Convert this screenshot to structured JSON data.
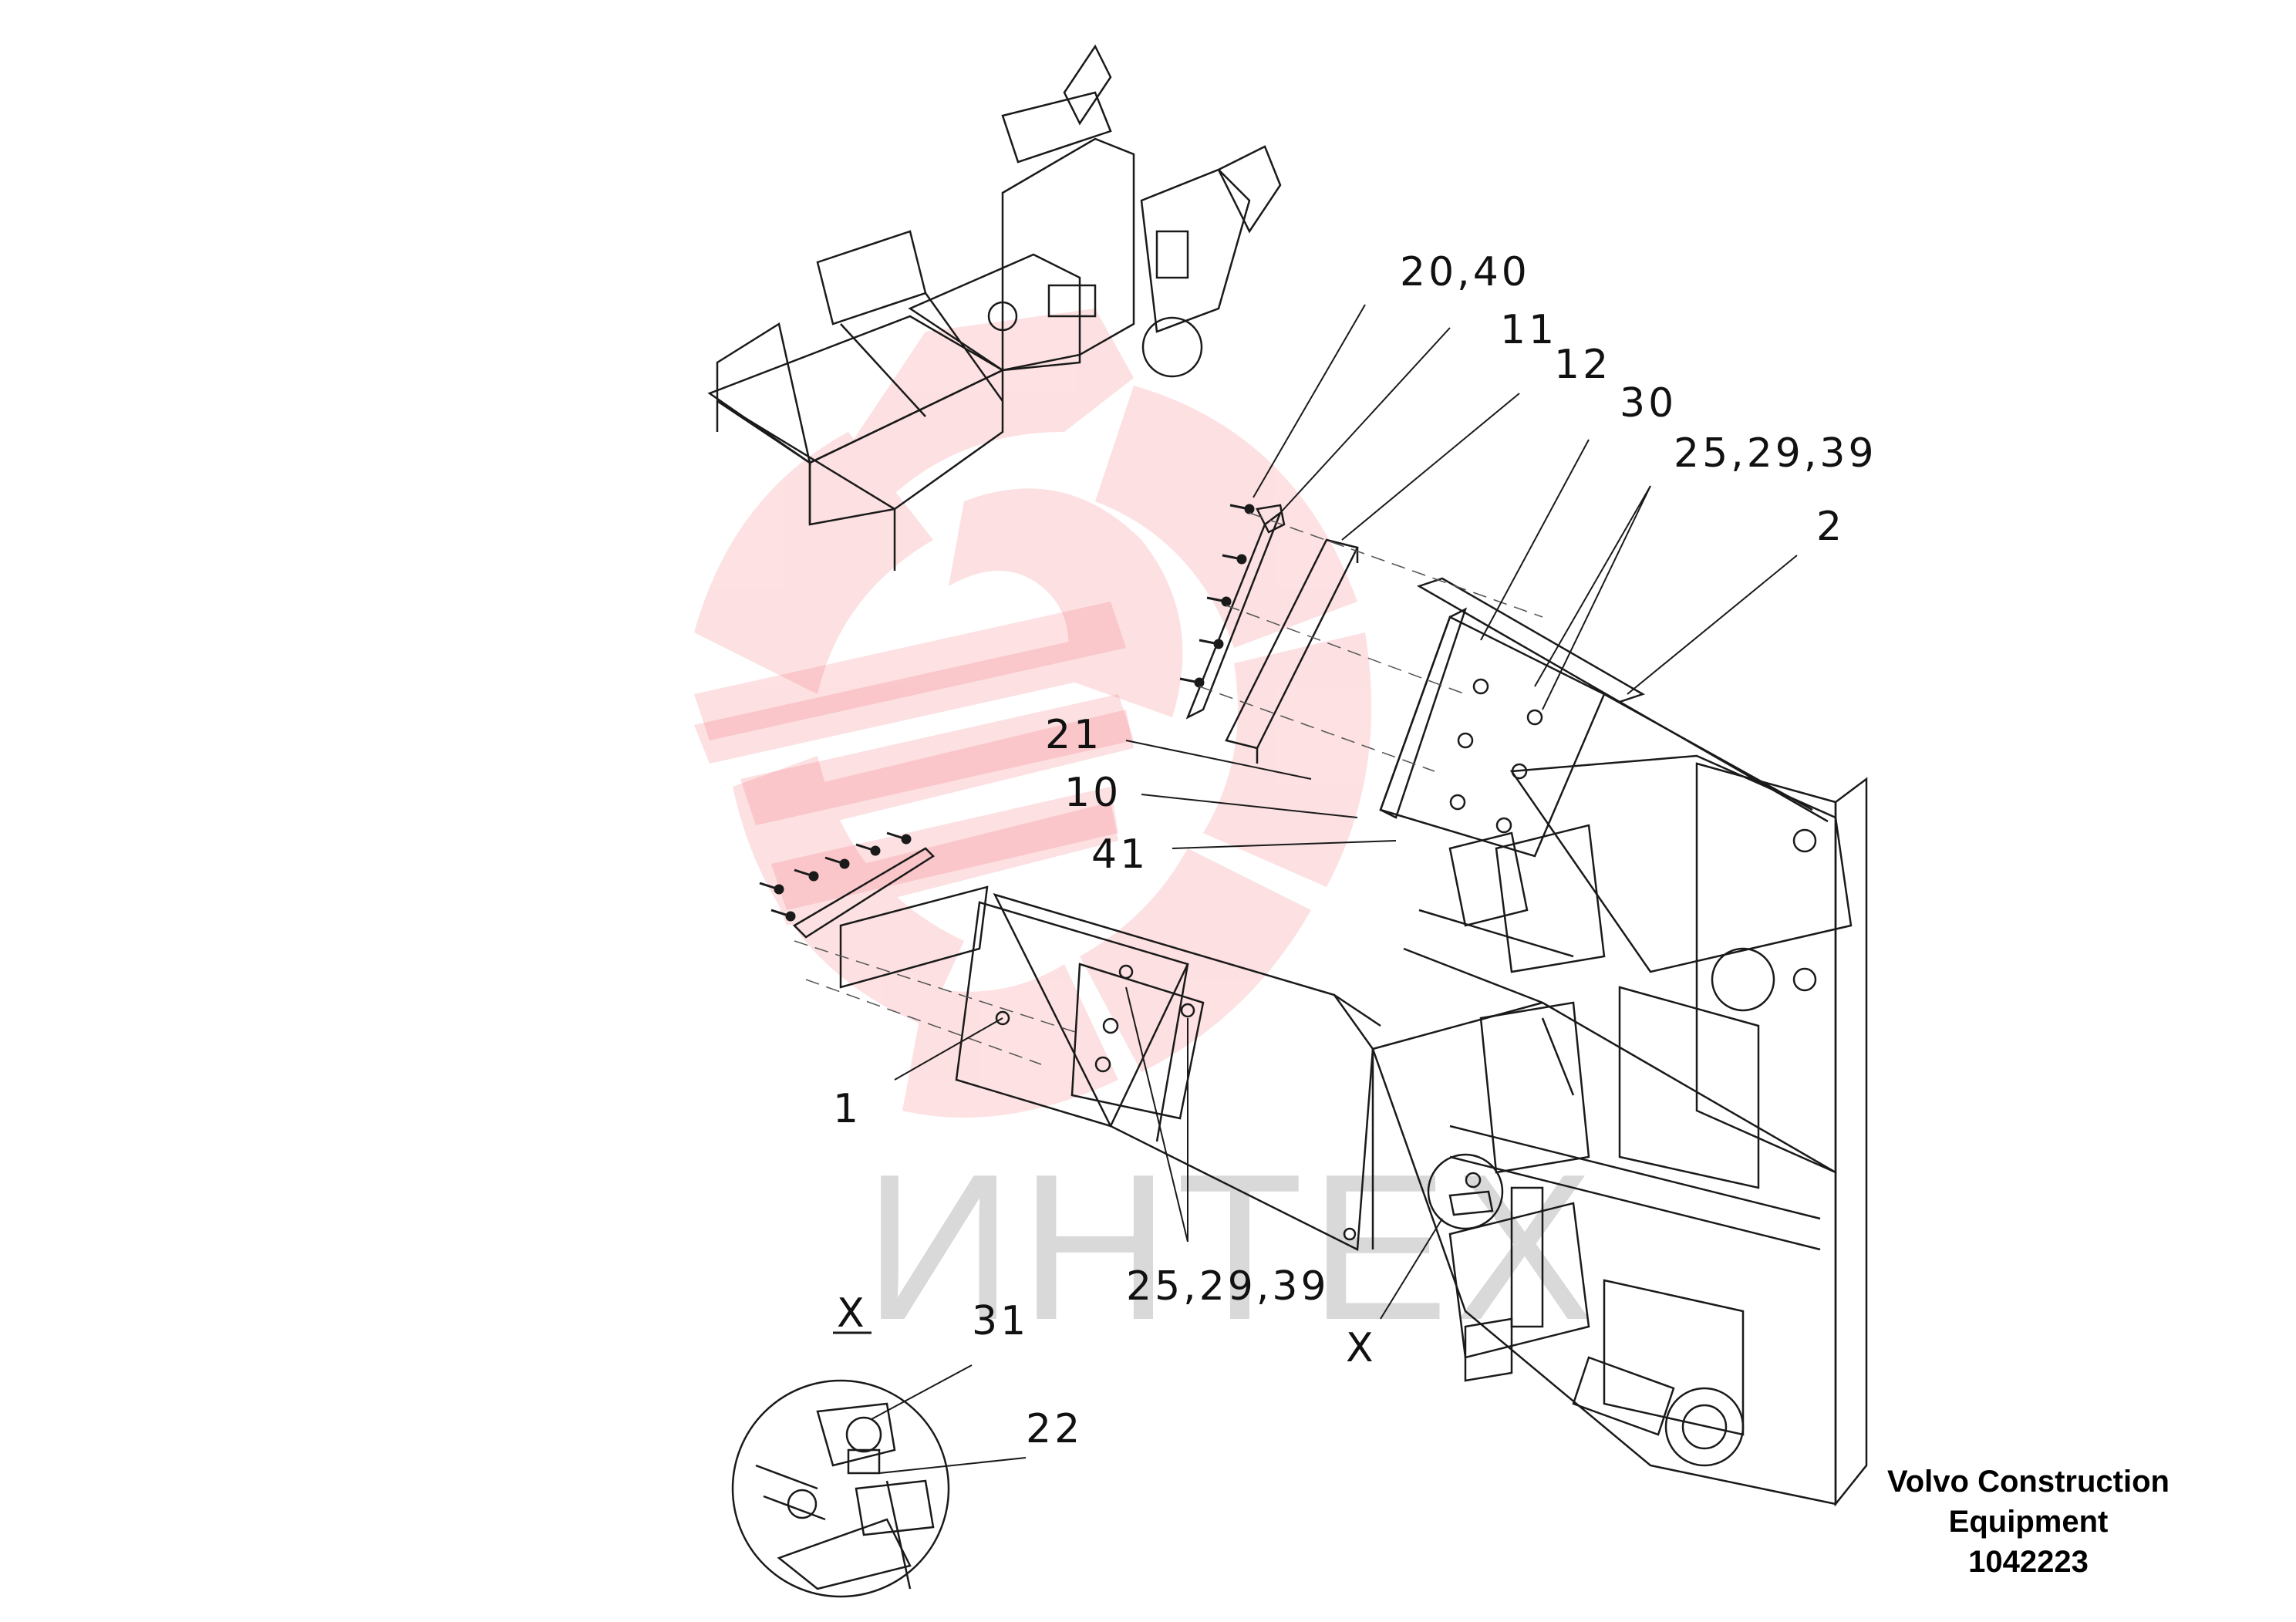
{
  "callouts": {
    "c20_40": "20,40",
    "c11": "11",
    "c12": "12",
    "c30": "30",
    "c25_29_39_top": "25,29,39",
    "c2": "2",
    "c21": "21",
    "c10": "10",
    "c41": "41",
    "c1": "1",
    "c25_29_39_bottom": "25,29,39",
    "cX_view": "X",
    "cX_detail": "X",
    "c31": "31",
    "c22": "22"
  },
  "watermark": {
    "text": "ИНТЕХ",
    "color": "#f0444f"
  },
  "caption": {
    "line1": "Volvo Construction",
    "line2": "Equipment",
    "part_number": "1042223"
  },
  "colors": {
    "line": "#1a1a1a",
    "watermark_red": "#f0444f",
    "watermark_grey": "#d9d9d9"
  }
}
